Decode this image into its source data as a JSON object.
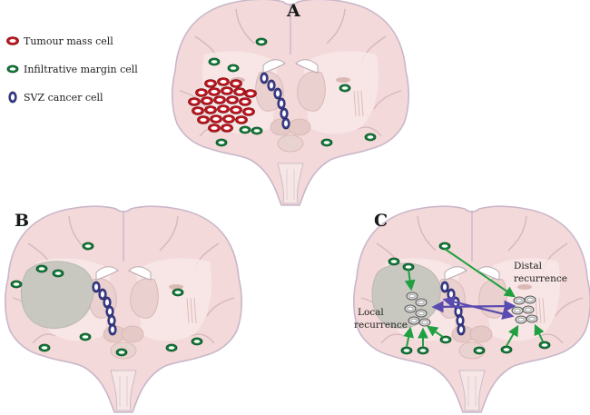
{
  "legend": {
    "tumour_mass_label": "Tumour mass cell",
    "infiltrative_label": "Infiltrative margin cell",
    "svz_label": "SVZ cancer cell"
  },
  "panels": {
    "a_label": "A",
    "b_label": "B",
    "c_label": "C"
  },
  "annotations": {
    "distal_line1": "Distal",
    "distal_line2": "recurrence",
    "local_line1": "Local",
    "local_line2": "recurrence"
  },
  "colors": {
    "brain_fill": "#f3d9d9",
    "brain_outline": "#c9b7c9",
    "white_matter": "#f7e6e6",
    "tumour_cell": "#c0161f",
    "infiltrative_cell": "#157a3a",
    "svz_cell": "#3c3f8f",
    "resection_cavity": "#c8c8c0",
    "recurrence_cell": "#d8d8d8",
    "green_arrow": "#20a040",
    "purple_arrow": "#5a4bb0"
  }
}
